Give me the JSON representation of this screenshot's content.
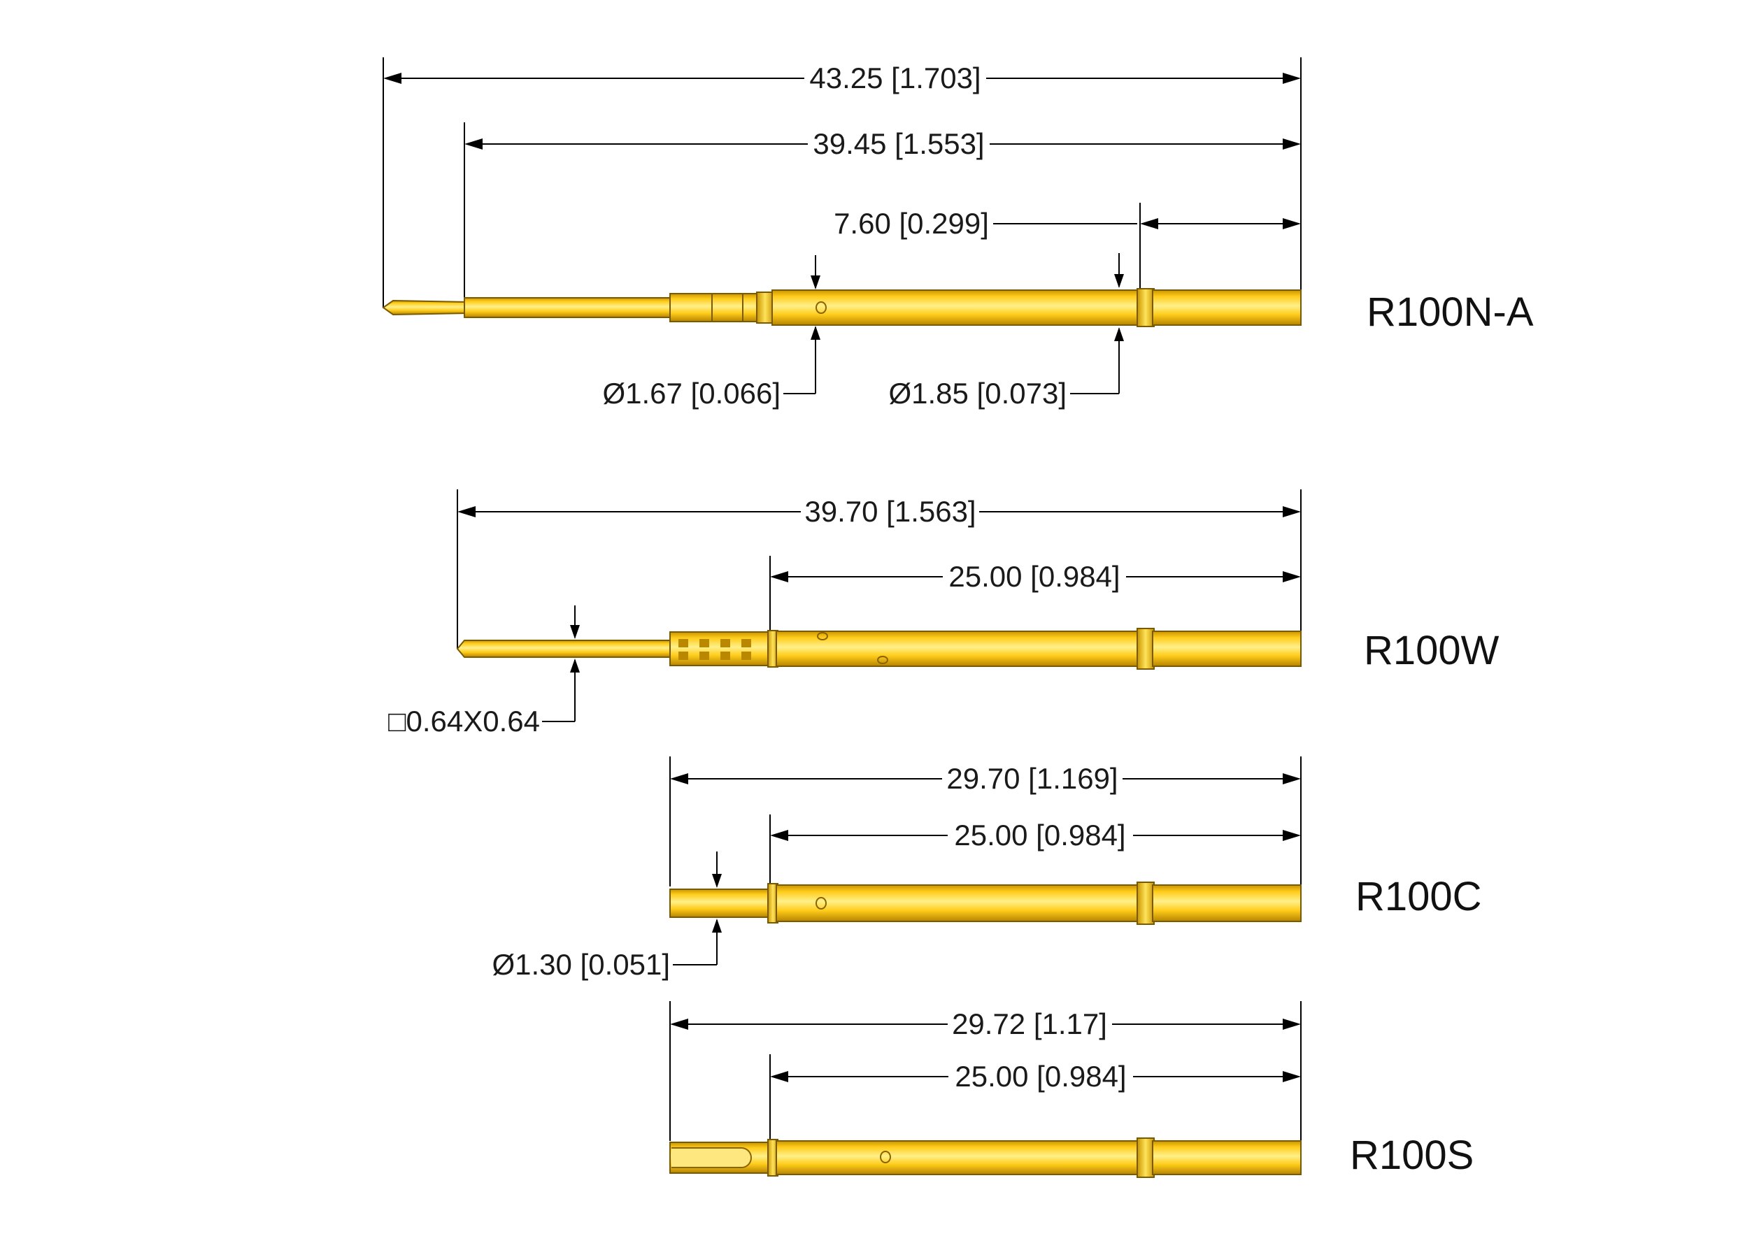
{
  "colors": {
    "gold_light": "#fff08a",
    "gold_mid": "#ffcc1a",
    "gold_dark": "#c99400",
    "ink": "#000000"
  },
  "parts": [
    {
      "label": "R100N-A",
      "dims": {
        "overall": "43.25 [1.703]",
        "plunger": "39.45 [1.553]",
        "tail": "7.60 [0.299]",
        "dia_body": "Ø1.67 [0.066]",
        "dia_ring": "Ø1.85 [0.073]"
      }
    },
    {
      "label": "R100W",
      "dims": {
        "overall": "39.70 [1.563]",
        "body": "25.00 [0.984]",
        "square": "□0.64X0.64"
      }
    },
    {
      "label": "R100C",
      "dims": {
        "overall": "29.70 [1.169]",
        "body": "25.00 [0.984]",
        "dia_tip": "Ø1.30 [0.051]"
      }
    },
    {
      "label": "R100S",
      "dims": {
        "overall": "29.72 [1.17]",
        "body": "25.00 [0.984]"
      }
    }
  ]
}
